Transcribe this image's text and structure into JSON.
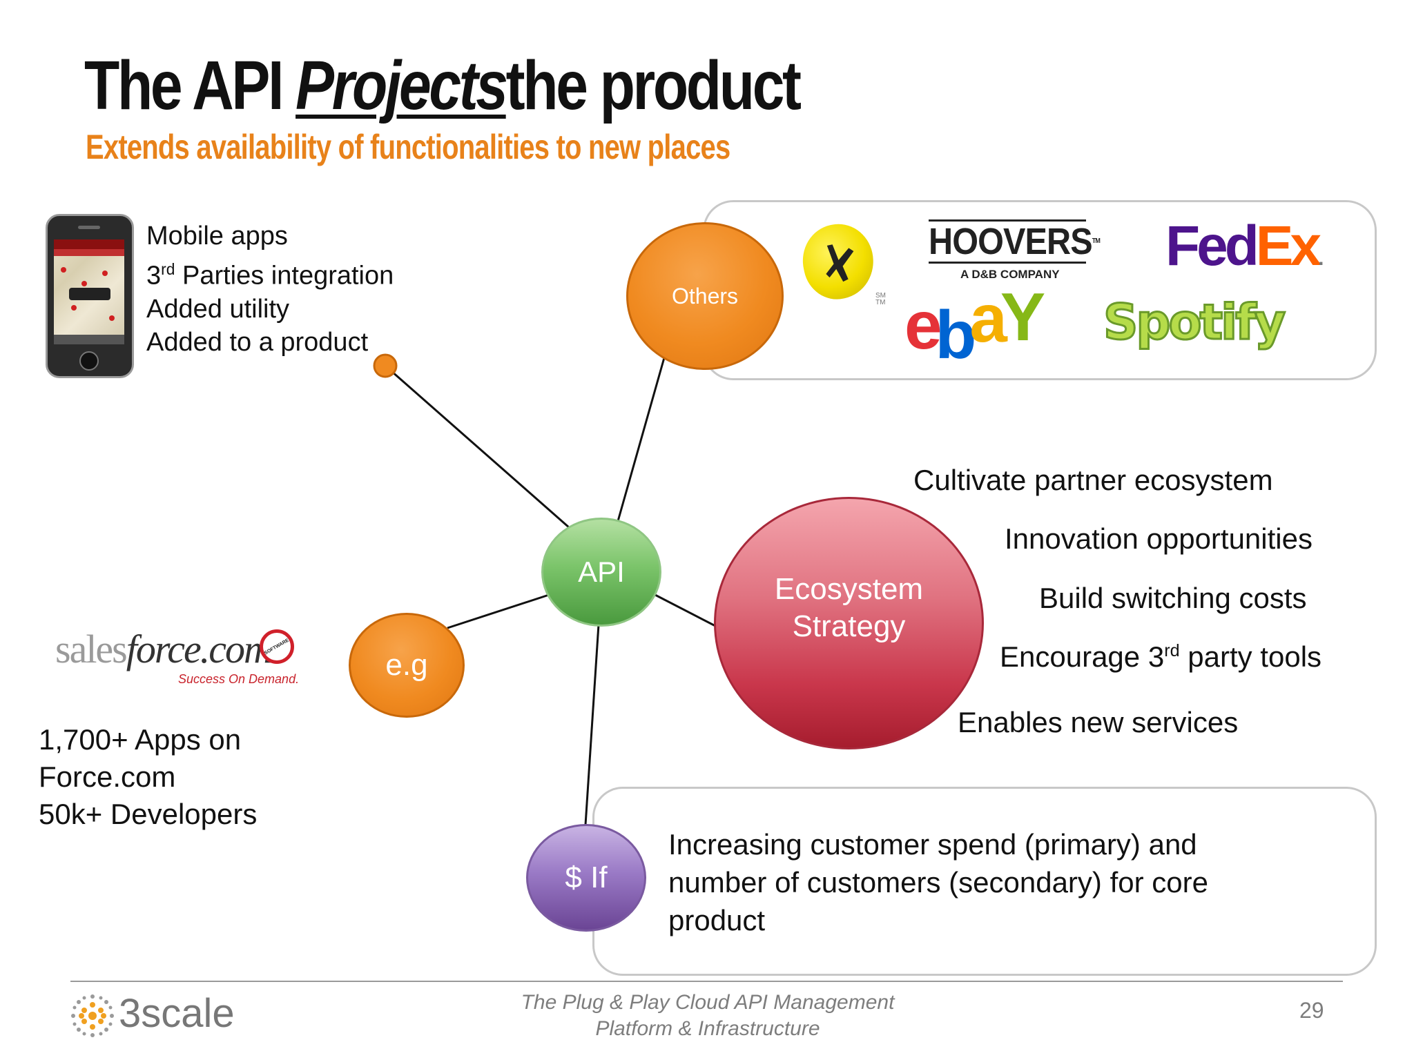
{
  "title": {
    "part1": "The API ",
    "part2": "Projects",
    "part3": "the product"
  },
  "subtitle": "Extends availability of functionalities to new places",
  "mobile": {
    "line1": "Mobile apps",
    "line2_pre": "3",
    "line2_sup": "rd",
    "line2_post": " Parties integration",
    "line3": "Added utility",
    "line4": "Added to a product"
  },
  "bubbles": {
    "others": "Others",
    "api": "API",
    "eg": "e.g",
    "ecosystem_line1": "Ecosystem",
    "ecosystem_line2": "Strategy",
    "if": "$ If"
  },
  "logos": {
    "hoovers": "HOOVERS",
    "hoovers_tm": "TM",
    "hoovers_sub": "A D&B COMPANY",
    "fedex_fed": "Fed",
    "fedex_ex": "Ex",
    "fedex_dot": ".",
    "ebay_e": "e",
    "ebay_b": "b",
    "ebay_a": "a",
    "ebay_y": "Y",
    "spotify": "Spotify",
    "yellow_tm": "SM TM",
    "salesforce_sales": "sales",
    "salesforce_force": "force.com",
    "salesforce_tag": "Success On Demand.",
    "salesforce_badge": "SOFTWARE",
    "threescale": "3scale"
  },
  "ecosystem_items": [
    {
      "text": "Cultivate partner ecosystem"
    },
    {
      "text": "Innovation opportunities"
    },
    {
      "text": "Build switching costs"
    },
    {
      "pre": "Encourage 3",
      "sup": "rd",
      "post": " party tools"
    },
    {
      "text": "Enables new services"
    }
  ],
  "salesforce_stats": {
    "line1": "1,700+ Apps on",
    "line2": "Force.com",
    "line3": "50k+ Developers"
  },
  "if_box": {
    "line1": "Increasing customer spend (primary) and",
    "line2": "number of customers (secondary) for core",
    "line3": "product"
  },
  "footer": {
    "line1": "The Plug & Play Cloud API Management",
    "line2": "Platform & Infrastructure",
    "page": "29"
  },
  "colors": {
    "accent_orange": "#e8821a",
    "api_green": "#6cb85c",
    "ecosystem_red": "#c9364b",
    "if_purple": "#8a67b8"
  }
}
